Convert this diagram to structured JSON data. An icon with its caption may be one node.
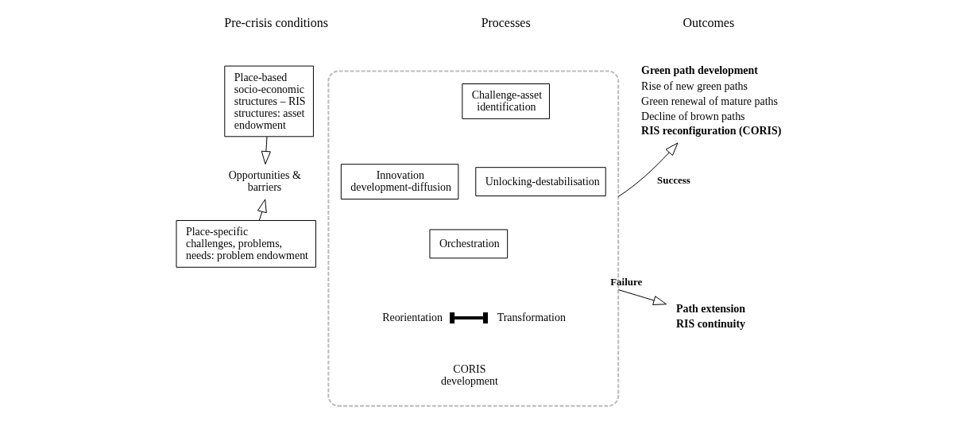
{
  "diagram": {
    "nodes": [
      {
        "text": [
          "Place-based socio-economic structures – RIS structures: asset endowment"
        ]
      },
      {
        "text": [
          "Opportunities & barriers"
        ]
      },
      {
        "text": [
          "Place-specific challenges, problems, needs: problem endowment"
        ]
      },
      {
        "text": [],
        "shape": "box"
      },
      {
        "text": [
          "Challenge-asset identification"
        ],
        "in": 3
      },
      {
        "text": [
          "Innovation development-diffusion"
        ],
        "in": 3
      },
      {
        "text": [
          "Unlocking-destabilisation"
        ],
        "in": 3
      },
      {
        "text": [
          "Orchestration"
        ],
        "in": 3
      },
      {
        "text": [
          "Reorientation"
        ],
        "in": 3
      },
      {
        "text": [
          "CORIS development"
        ],
        "in": 3
      },
      {
        "text": [
          "Transformation"
        ],
        "in": 3
      },
      {
        "text": [
          "**Green path development**",
          "Rise of new green paths",
          "Green renewal of mature paths",
          "Decline of brown paths",
          "**RIS reconfiguration (CORIS)**"
        ]
      },
      {
        "text": [
          "**Path extension**",
          "**RIS continuity**"
        ]
      }
    ],
    "edges": [
      {
        "from": 0,
        "to": 1,
        "arrow": "to"
      },
      {
        "from": 2,
        "to": 1,
        "arrow": "to"
      },
      {
        "from": 8,
        "to": 10,
        "arrow": "other",
        "style": "thick"
      },
      {
        "from": 3,
        "to": 11,
        "arrow": "to",
        "label": "Success"
      },
      {
        "from": 3,
        "to": 12,
        "arrow": "to",
        "label": "Failure"
      }
    ],
    "labels": [
      "Pre-crisis conditions",
      "Processes",
      "Outcomes"
    ]
  }
}
